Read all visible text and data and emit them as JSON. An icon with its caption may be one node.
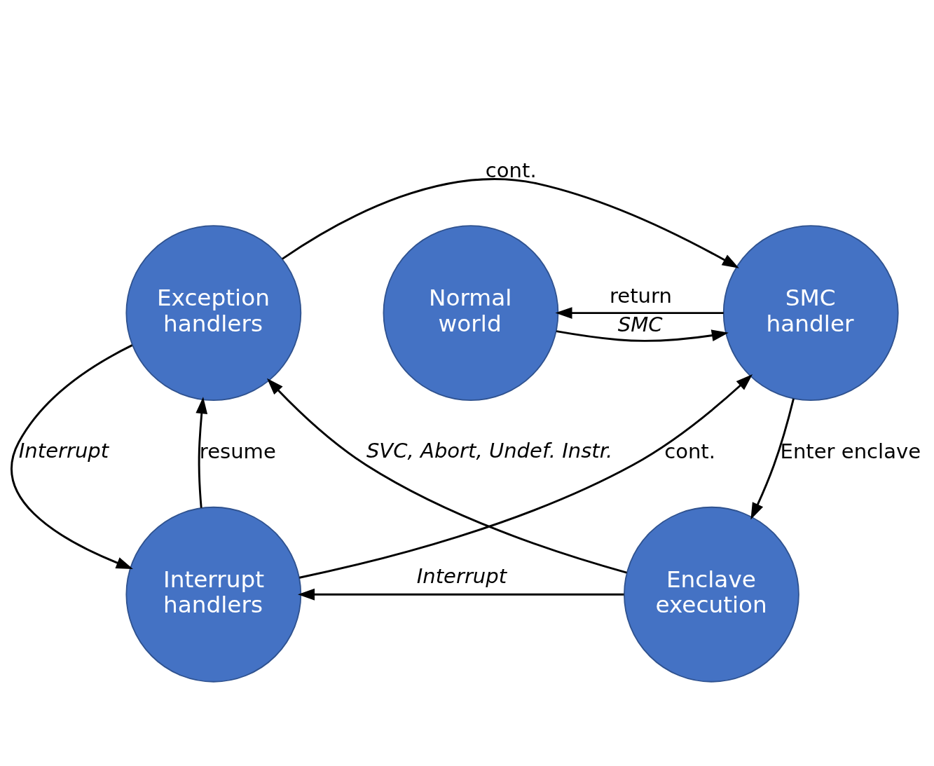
{
  "diagram": {
    "nodes": [
      {
        "text": [
          "Normal world"
        ]
      },
      {
        "text": [
          "SMC handler"
        ]
      },
      {
        "text": [
          "Interrupt handlers"
        ]
      },
      {
        "text": [
          "Exception handlers"
        ]
      },
      {
        "text": [
          "Enclave execution"
        ]
      }
    ],
    "edges": [
      {
        "from": 0,
        "to": 1,
        "arrow": "to",
        "label": "SMC"
      },
      {
        "from": 1,
        "to": 0,
        "arrow": "to",
        "label": "return"
      },
      {
        "from": 2,
        "to": 1,
        "arrow": "to",
        "label": "cont."
      },
      {
        "from": 3,
        "to": 2,
        "arrow": "to",
        "label": "Interrupt"
      },
      {
        "from": 2,
        "to": 3,
        "arrow": "to",
        "label": "resume"
      },
      {
        "from": 3,
        "to": 1,
        "arrow": "to",
        "label": "cont."
      },
      {
        "from": 4,
        "to": 3,
        "arrow": "to",
        "label": "SVC, Abort, Undef. Instr."
      },
      {
        "from": 1,
        "to": 4,
        "arrow": "to",
        "label": "Enter enclave"
      },
      {
        "from": 4,
        "to": 2,
        "arrow": "to",
        "label": "Interrupt"
      }
    ]
  }
}
